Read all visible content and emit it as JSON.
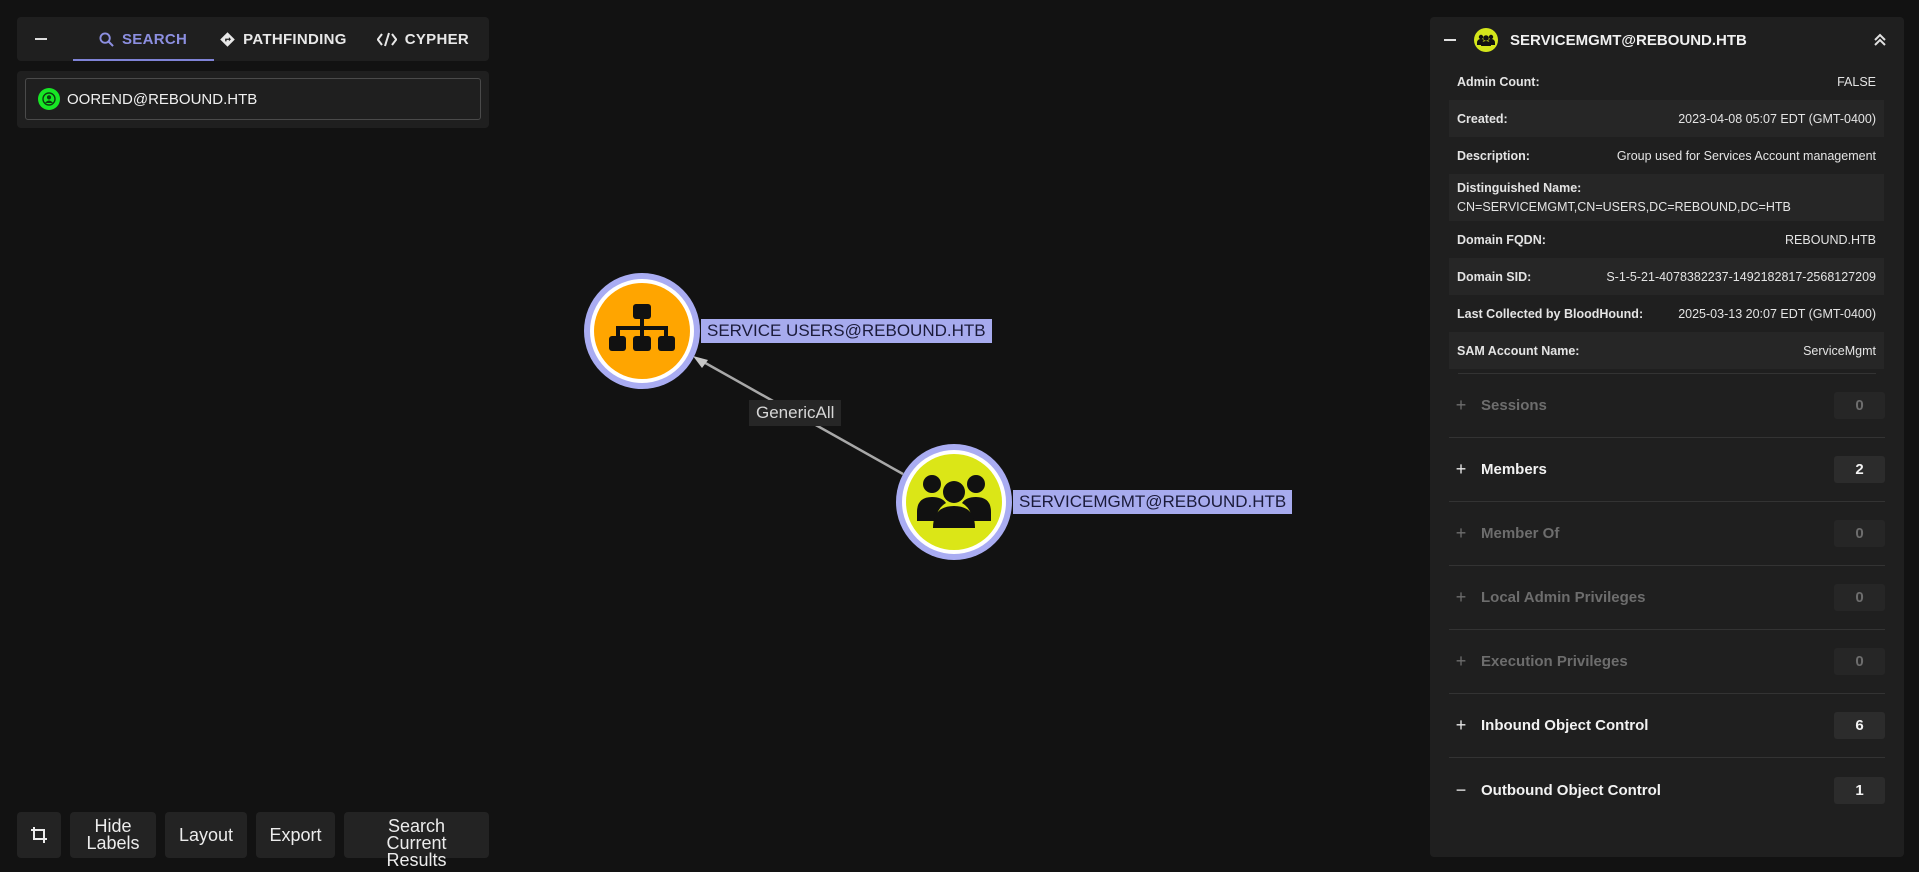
{
  "search_panel": {
    "tabs": [
      {
        "label": "SEARCH",
        "icon": "search-icon",
        "active": true
      },
      {
        "label": "PATHFINDING",
        "icon": "pathfinding-icon",
        "active": false
      },
      {
        "label": "CYPHER",
        "icon": "code-icon",
        "active": false
      }
    ],
    "search_value": "OOREND@REBOUND.HTB"
  },
  "graph": {
    "nodes": [
      {
        "label": "SERVICE USERS@REBOUND.HTB",
        "kind": "ou",
        "color": "#ffa500"
      },
      {
        "label": "SERVICEMGMT@REBOUND.HTB",
        "kind": "group",
        "color": "#dbe617"
      }
    ],
    "edges": [
      {
        "label": "GenericAll",
        "source": "SERVICEMGMT@REBOUND.HTB",
        "target": "SERVICE USERS@REBOUND.HTB"
      }
    ]
  },
  "toolbar": {
    "crop_icon": "crop-icon",
    "hide_labels": "Hide Labels",
    "layout": "Layout",
    "export": "Export",
    "search_current": "Search Current Results"
  },
  "details": {
    "title": "SERVICEMGMT@REBOUND.HTB",
    "properties": [
      {
        "key": "Admin Count:",
        "value": "FALSE"
      },
      {
        "key": "Created:",
        "value": "2023-04-08 05:07 EDT (GMT-0400)"
      },
      {
        "key": "Description:",
        "value": "Group used for Services Account management"
      },
      {
        "key": "Distinguished Name:",
        "value": "CN=SERVICEMGMT,CN=USERS,DC=REBOUND,DC=HTB"
      },
      {
        "key": "Domain FQDN:",
        "value": "REBOUND.HTB"
      },
      {
        "key": "Domain SID:",
        "value": "S-1-5-21-4078382237-1492182817-2568127209"
      },
      {
        "key": "Last Collected by BloodHound:",
        "value": "2025-03-13 20:07 EDT (GMT-0400)"
      },
      {
        "key": "SAM Account Name:",
        "value": "ServiceMgmt"
      }
    ],
    "sections": [
      {
        "title": "Sessions",
        "count": "0",
        "sign": "+"
      },
      {
        "title": "Members",
        "count": "2",
        "sign": "+"
      },
      {
        "title": "Member Of",
        "count": "0",
        "sign": "+"
      },
      {
        "title": "Local Admin Privileges",
        "count": "0",
        "sign": "+"
      },
      {
        "title": "Execution Privileges",
        "count": "0",
        "sign": "+"
      },
      {
        "title": "Inbound Object Control",
        "count": "6",
        "sign": "+"
      },
      {
        "title": "Outbound Object Control",
        "count": "1",
        "sign": "−"
      }
    ]
  },
  "colors": {
    "accent": "#8c8fe0",
    "label_highlight": "#a7abee",
    "node_ring": "#a9acf2",
    "user_green": "#17e625"
  }
}
